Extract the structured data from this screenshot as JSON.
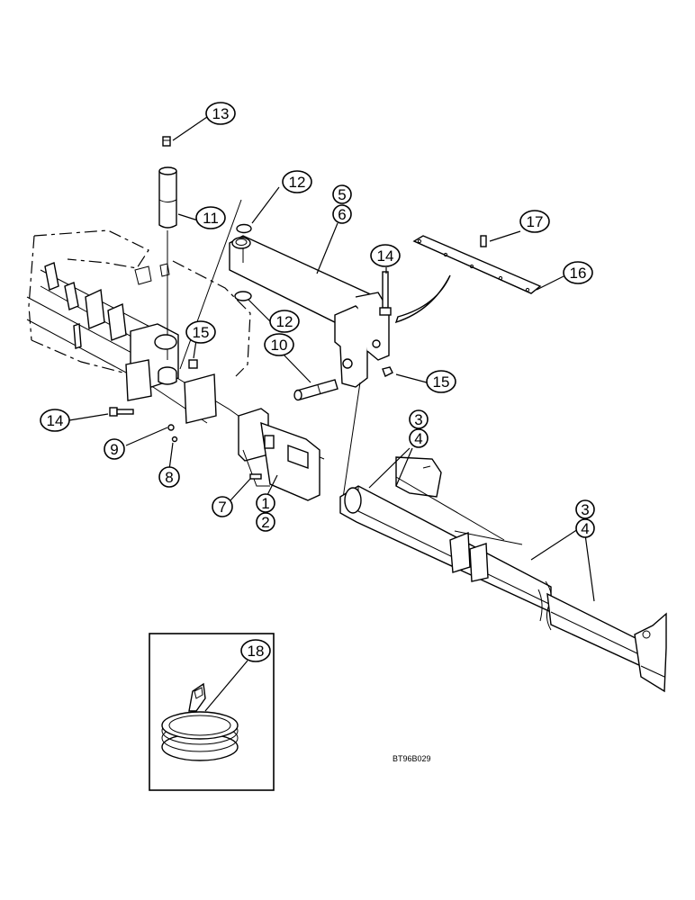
{
  "callouts": [
    {
      "id": "c13",
      "label": "13"
    },
    {
      "id": "c11",
      "label": "11"
    },
    {
      "id": "c12a",
      "label": "12"
    },
    {
      "id": "c12b",
      "label": "12"
    },
    {
      "id": "c5",
      "label": "5"
    },
    {
      "id": "c6",
      "label": "6"
    },
    {
      "id": "c17",
      "label": "17"
    },
    {
      "id": "c16",
      "label": "16"
    },
    {
      "id": "c14a",
      "label": "14"
    },
    {
      "id": "c15a",
      "label": "15"
    },
    {
      "id": "c15b",
      "label": "15"
    },
    {
      "id": "c10",
      "label": "10"
    },
    {
      "id": "c14b",
      "label": "14"
    },
    {
      "id": "c9",
      "label": "9"
    },
    {
      "id": "c8",
      "label": "8"
    },
    {
      "id": "c7",
      "label": "7"
    },
    {
      "id": "c1",
      "label": "1"
    },
    {
      "id": "c2",
      "label": "2"
    },
    {
      "id": "c3a",
      "label": "3"
    },
    {
      "id": "c4a",
      "label": "4"
    },
    {
      "id": "c3b",
      "label": "3"
    },
    {
      "id": "c4b",
      "label": "4"
    },
    {
      "id": "c18",
      "label": "18"
    }
  ],
  "drawing_code": "BT96B029"
}
